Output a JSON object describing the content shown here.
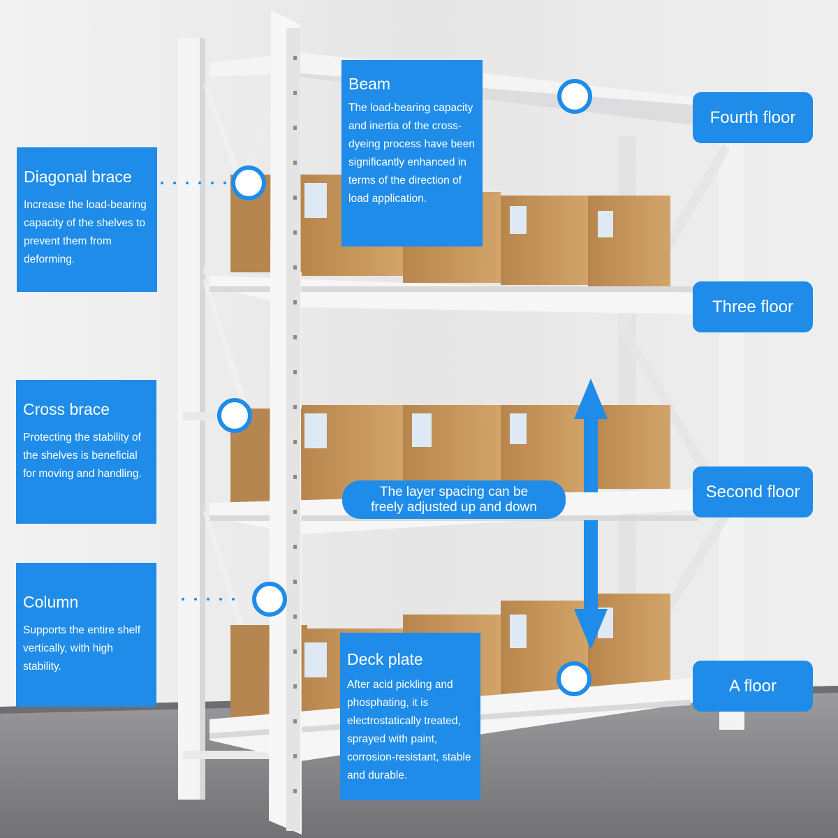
{
  "callouts": {
    "diagonal_brace": {
      "title": "Diagonal brace",
      "desc": "Increase the load-bearing capacity of the shelves to prevent them from deforming."
    },
    "cross_brace": {
      "title": "Cross brace",
      "desc": "Protecting the stability of the shelves is beneficial for moving and handling."
    },
    "column": {
      "title": "Column",
      "desc": "Supports the entire shelf vertically, with high stability."
    },
    "beam": {
      "title": "Beam",
      "desc": "The load-bearing capacity and inertia of the cross-dyeing process have been significantly enhanced in terms of the direction of load application."
    },
    "deck_plate": {
      "title": "Deck plate",
      "desc": "After acid pickling and phosphating, it is electrostatically treated, sprayed with paint, corrosion-resistant, stable and durable."
    }
  },
  "floors": {
    "fourth": "Fourth floor",
    "three": "Three floor",
    "second": "Second floor",
    "a": "A floor"
  },
  "adjust_note": {
    "line1": "The layer spacing can be",
    "line2": "freely adjusted up and down"
  },
  "colors": {
    "accent": "#1e8ce8",
    "wall": "#ececec",
    "floor": "#8d8d8f",
    "box": "#c89a5e"
  }
}
